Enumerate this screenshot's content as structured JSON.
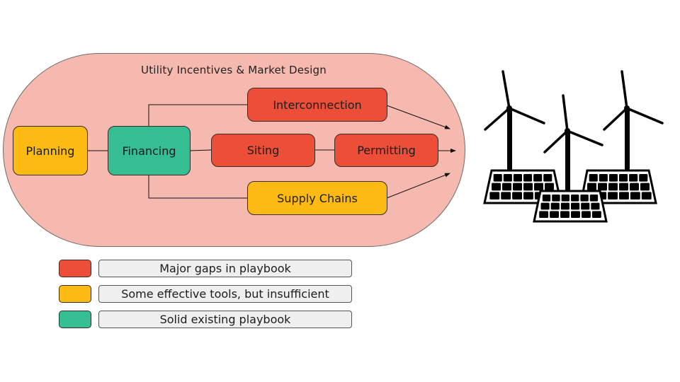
{
  "diagram": {
    "container_title": "Utility Incentives & Market Design",
    "nodes": [
      {
        "id": "planning",
        "label": "Planning",
        "status": "some-tools"
      },
      {
        "id": "financing",
        "label": "Financing",
        "status": "solid"
      },
      {
        "id": "interconnection",
        "label": "Interconnection",
        "status": "major-gaps"
      },
      {
        "id": "siting",
        "label": "Siting",
        "status": "major-gaps"
      },
      {
        "id": "permitting",
        "label": "Permitting",
        "status": "major-gaps"
      },
      {
        "id": "supply_chains",
        "label": "Supply Chains",
        "status": "some-tools"
      }
    ],
    "edges": [
      {
        "from": "planning",
        "to": "financing"
      },
      {
        "from": "financing",
        "to": "interconnection"
      },
      {
        "from": "financing",
        "to": "siting"
      },
      {
        "from": "financing",
        "to": "supply_chains"
      },
      {
        "from": "siting",
        "to": "permitting"
      },
      {
        "from": "interconnection",
        "to": "output",
        "arrow": true
      },
      {
        "from": "permitting",
        "to": "output",
        "arrow": true
      },
      {
        "from": "supply_chains",
        "to": "output",
        "arrow": true
      }
    ],
    "output_illustration": "wind-turbines-and-solar-panels-icon"
  },
  "legend": [
    {
      "label": "Major gaps in playbook",
      "color": "#ec4e37"
    },
    {
      "label": "Some effective tools, but insufficient",
      "color": "#fcba12"
    },
    {
      "label": "Solid existing playbook",
      "color": "#36be93"
    }
  ],
  "colors": {
    "major_gaps": "#ec4e37",
    "some_tools": "#fcba12",
    "solid": "#36be93",
    "container": "#f6b9b0"
  }
}
